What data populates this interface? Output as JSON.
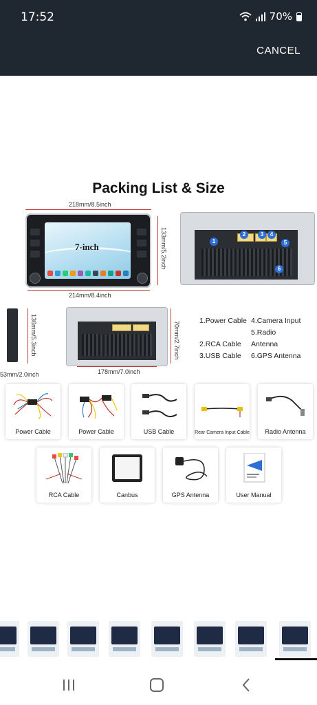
{
  "status": {
    "time": "17:52",
    "battery": "70%"
  },
  "header": {
    "cancel_label": "CANCEL"
  },
  "image": {
    "title": "Packing List & Size",
    "screen_label": "7-inch",
    "dims": {
      "top_width": "218mm/8.5inch",
      "bottom_width": "214mm/8.4inch",
      "height": "133mm/5.2inch",
      "side_height": "136mm/5.3inch",
      "side_depth": "53mm/2.0inch",
      "back_height": "70mm/2.7inch",
      "back_width": "178mm/7.0inch"
    },
    "legend": [
      [
        "1.Power Cable",
        "4.Camera Input"
      ],
      [
        "2.RCA Cable",
        "5.Radio Antenna"
      ],
      [
        "3.USB Cable",
        "6.GPS Antenna"
      ]
    ],
    "port_numbers": [
      "1",
      "2",
      "3",
      "4",
      "5",
      "6"
    ],
    "accessories_row1": [
      "Power Cable",
      "Power Cable",
      "USB Cable",
      "Rear Camera Input Cable",
      "Radio Antenna"
    ],
    "accessories_row2": [
      "RCA Cable",
      "Canbus",
      "GPS Antenna",
      "User Manual"
    ]
  },
  "colors": {
    "status_bg": "#1f2830",
    "dim_line": "#c0392b",
    "badge": "#2d6fd6"
  },
  "icons": {
    "wifi": "wifi-icon",
    "signal": "signal-icon",
    "battery": "battery-icon",
    "nav_recents": "recents-icon",
    "nav_home": "home-icon",
    "nav_back": "back-icon"
  }
}
